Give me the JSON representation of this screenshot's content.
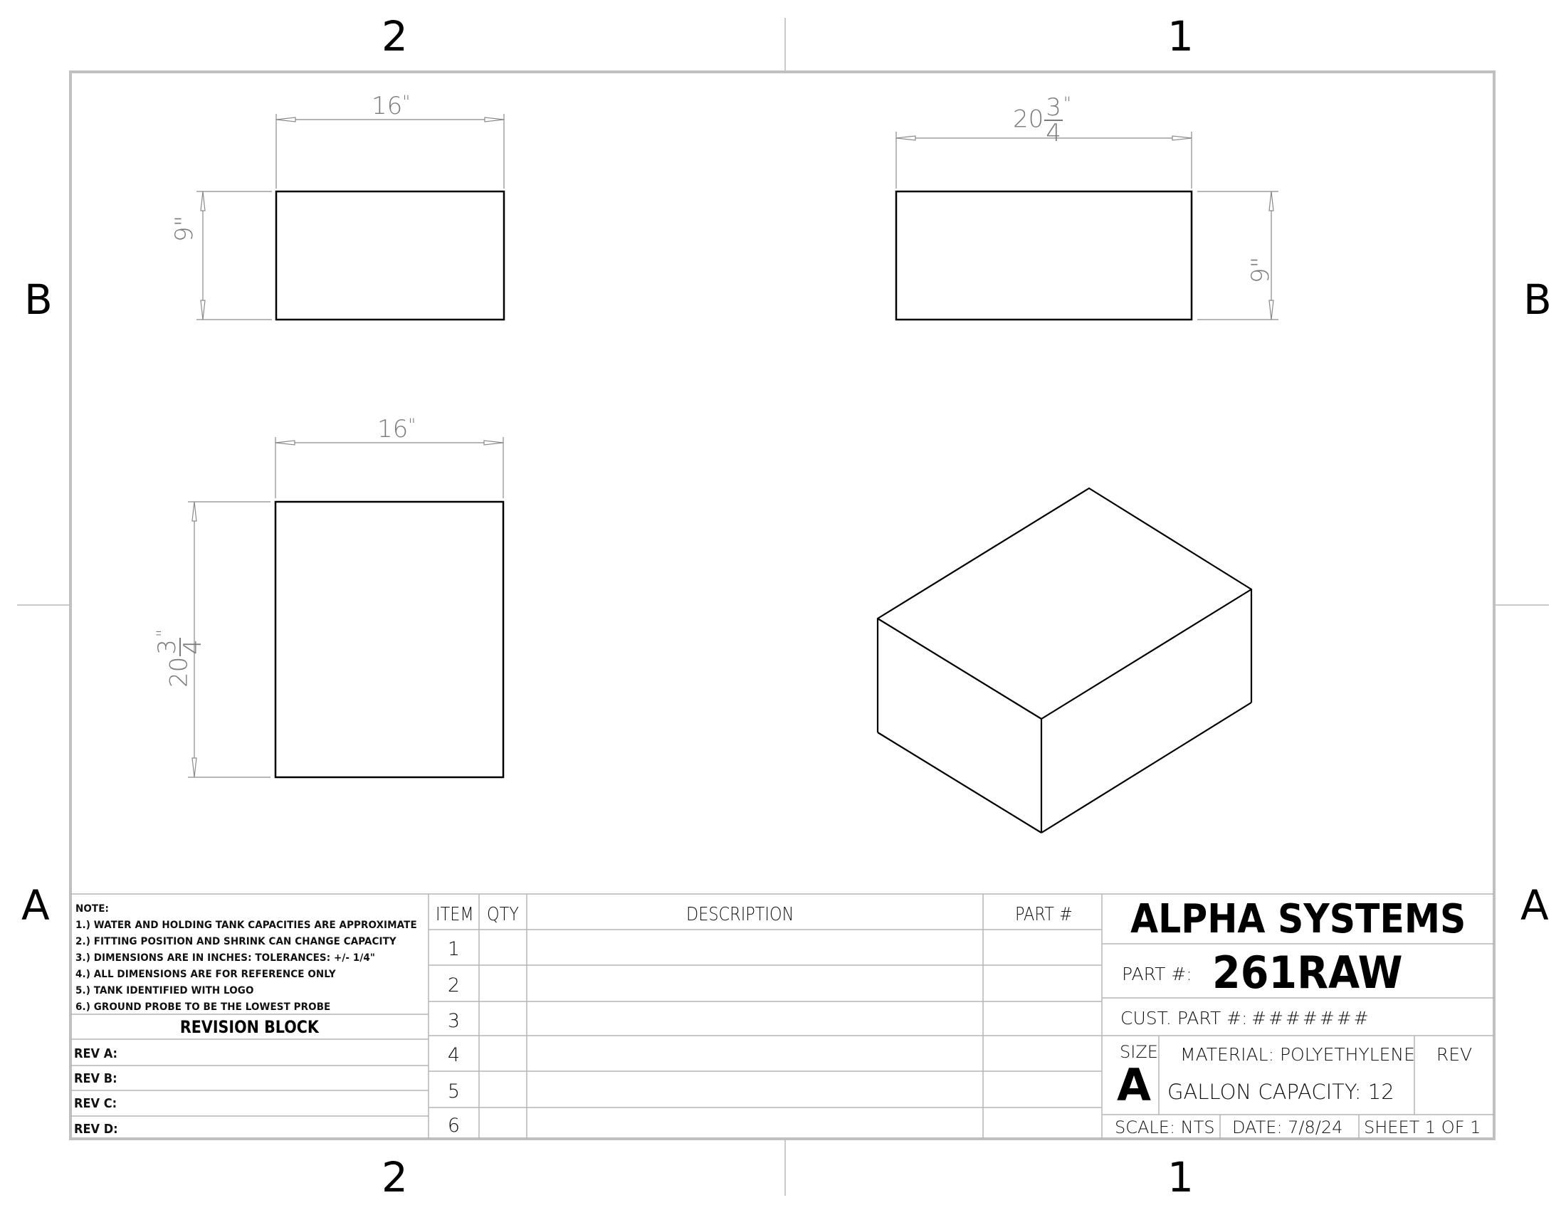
{
  "sheet": {
    "zones_top": [
      "2",
      "1"
    ],
    "zones_bottom": [
      "2",
      "1"
    ],
    "zones_left": [
      "B",
      "A"
    ],
    "zones_right": [
      "B",
      "A"
    ],
    "border_color": "#c0c0c0",
    "grid_line_color": "#b5b5b5",
    "dimension_color": "#7a7a7a"
  },
  "views": {
    "top_left": {
      "name": "front-view",
      "width_dim": "16",
      "height_dim": "9\""
    },
    "top_right": {
      "name": "side-view",
      "width_dim_whole": "20",
      "width_dim_num": "3",
      "width_dim_den": "4",
      "height_dim": "9\""
    },
    "bottom_left": {
      "name": "top-view",
      "width_dim": "16",
      "height_dim_whole": "20",
      "height_dim_num": "3",
      "height_dim_den": "4"
    },
    "bottom_right": {
      "name": "isometric-view"
    }
  },
  "notes": {
    "title": "NOTE:",
    "items": [
      "1.) WATER AND HOLDING TANK CAPACITIES ARE APPROXIMATE",
      "2.) FITTING POSITION AND SHRINK CAN CHANGE CAPACITY",
      "3.) DIMENSIONS ARE IN INCHES: TOLERANCES: +/-  1/4\"",
      "4.) ALL DIMENSIONS ARE FOR REFERENCE ONLY",
      "5.) TANK IDENTIFIED WITH LOGO",
      "6.) GROUND PROBE TO BE THE LOWEST PROBE"
    ]
  },
  "revision_block": {
    "title": "REVISION BLOCK",
    "rows": [
      "REV A:",
      "REV B:",
      "REV C:",
      "REV D:"
    ]
  },
  "bom": {
    "headers": {
      "item": "ITEM",
      "qty": "QTY",
      "description": "DESCRIPTION",
      "part": "PART #"
    },
    "rows": [
      {
        "item": "1",
        "qty": "",
        "description": "",
        "part": ""
      },
      {
        "item": "2",
        "qty": "",
        "description": "",
        "part": ""
      },
      {
        "item": "3",
        "qty": "",
        "description": "",
        "part": ""
      },
      {
        "item": "4",
        "qty": "",
        "description": "",
        "part": ""
      },
      {
        "item": "5",
        "qty": "",
        "description": "",
        "part": ""
      },
      {
        "item": "6",
        "qty": "",
        "description": "",
        "part": ""
      }
    ]
  },
  "title_block": {
    "company": "ALPHA SYSTEMS",
    "part_label": "PART #:",
    "part_number": "261RAW",
    "cust_part_label": "CUST. PART #:",
    "cust_part_value": "#######",
    "size_label": "SIZE",
    "size_value": "A",
    "material": "MATERIAL: POLYETHYLENE",
    "capacity": "GALLON CAPACITY: 12",
    "rev_label": "REV",
    "rev_value": "",
    "scale": "SCALE: NTS",
    "date": "DATE: 7/8/24",
    "sheet": "SHEET 1 OF 1"
  }
}
